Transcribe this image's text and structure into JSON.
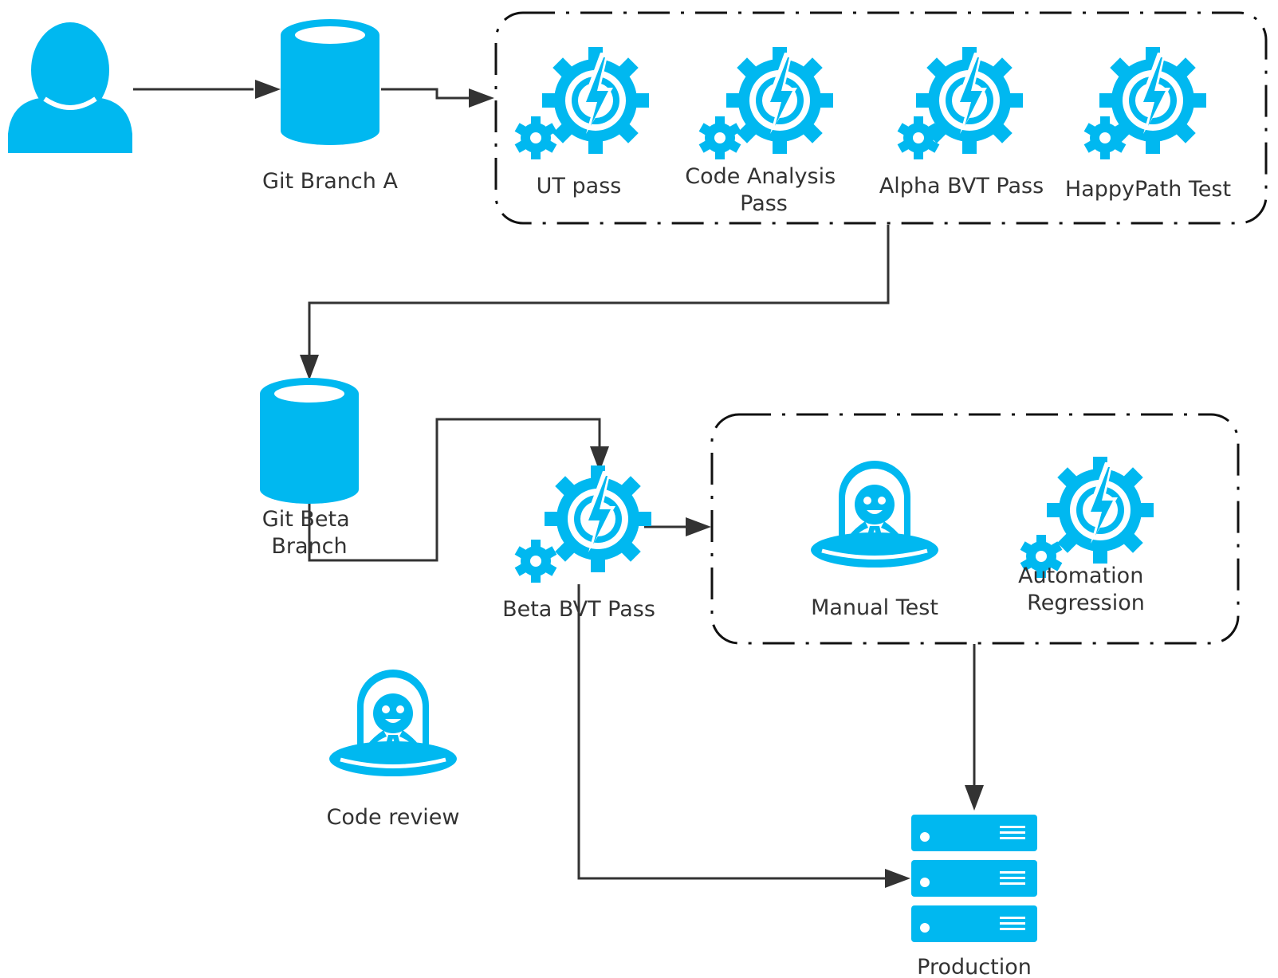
{
  "colors": {
    "icon": "#00B8F0",
    "edge": "#333333",
    "text": "#333333"
  },
  "nodes": {
    "developer": {
      "icon": "user-icon"
    },
    "git_branch_a": {
      "icon": "database-icon",
      "label": "Git Branch A"
    },
    "ut_pass": {
      "icon": "gear-bolt-icon",
      "label": "UT pass"
    },
    "code_analysis": {
      "icon": "gear-bolt-icon",
      "label_lines": [
        "Code Analysis",
        "Pass"
      ]
    },
    "alpha_bvt": {
      "icon": "gear-bolt-icon",
      "label": "Alpha BVT Pass"
    },
    "happypath": {
      "icon": "gear-bolt-icon",
      "label": "HappyPath Test"
    },
    "git_beta_branch": {
      "icon": "database-icon",
      "label_lines": [
        "Git Beta",
        "Branch"
      ]
    },
    "beta_bvt": {
      "icon": "gear-bolt-icon",
      "label": "Beta BVT Pass"
    },
    "manual_test": {
      "icon": "alien-ufo-icon",
      "label": "Manual Test"
    },
    "automation": {
      "icon": "gear-bolt-icon",
      "label_lines": [
        "Automation",
        "Regression"
      ]
    },
    "code_review": {
      "icon": "alien-ufo-icon",
      "label": "Code review"
    },
    "production": {
      "icon": "server-stack-icon",
      "label": "Production"
    }
  },
  "groups": [
    "stage-1-checks",
    "stage-2-tests"
  ],
  "edges": [
    {
      "from": "developer",
      "to": "git_branch_a"
    },
    {
      "from": "git_branch_a",
      "to": "stage-1-checks"
    },
    {
      "from": "stage-1-checks",
      "to": "git_beta_branch"
    },
    {
      "from": "git_beta_branch",
      "to": "beta_bvt"
    },
    {
      "from": "beta_bvt",
      "to": "stage-2-tests"
    },
    {
      "from": "stage-2-tests",
      "to": "production"
    },
    {
      "from": "beta_bvt",
      "to": "production"
    }
  ]
}
